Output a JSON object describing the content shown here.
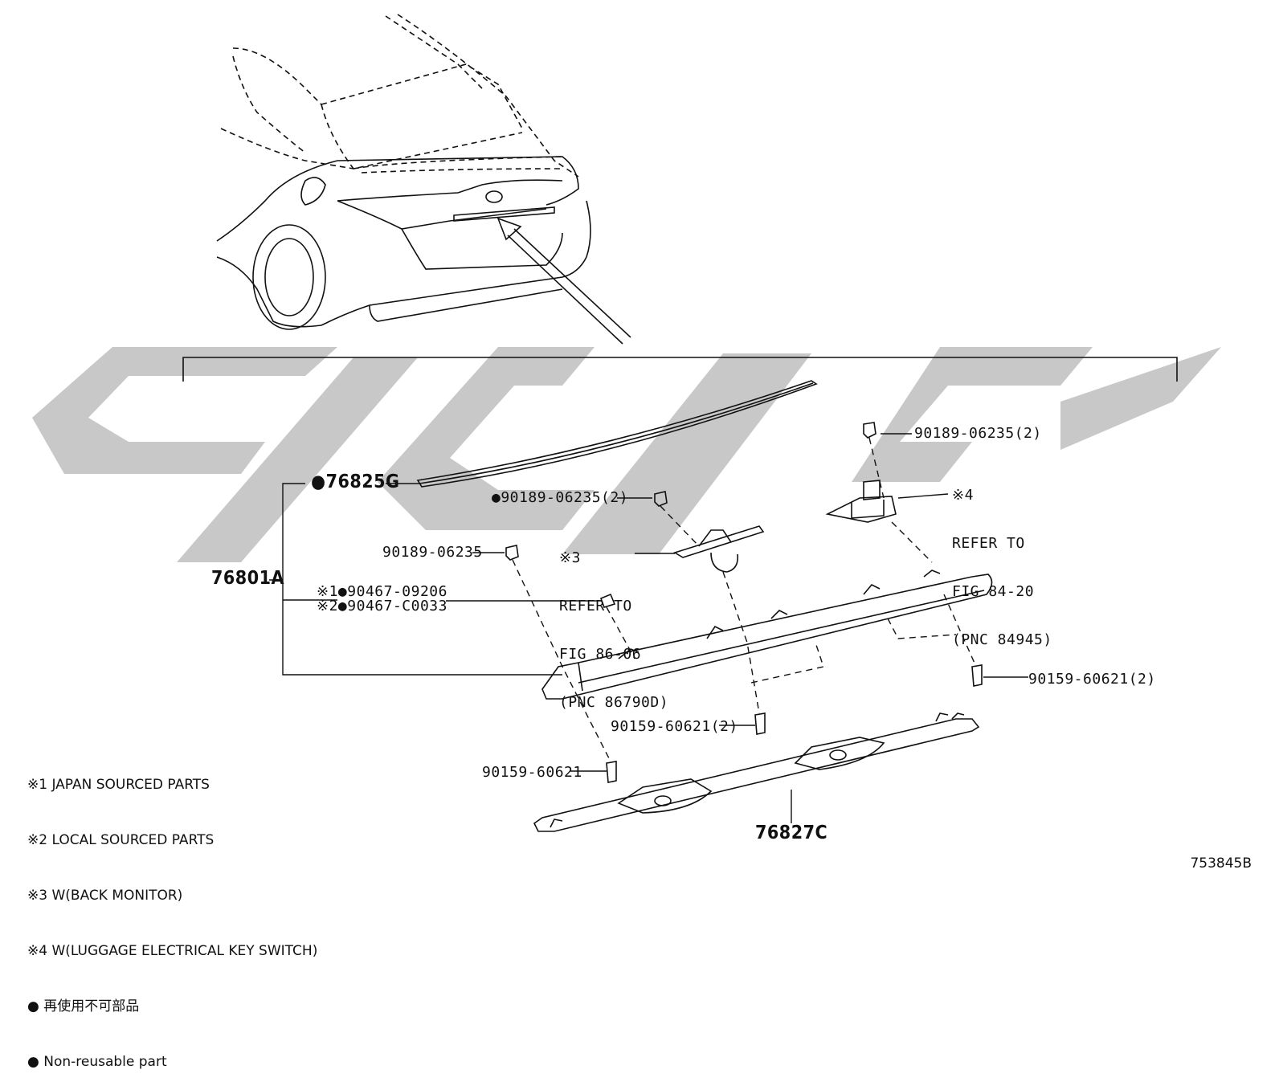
{
  "labels": {
    "p76825g": "76825G",
    "p76801a": "76801A",
    "p76827c": "76827C",
    "p90189_a": "90189-06235(2)",
    "p90189_b": "90189-06235(2)",
    "p90189_c": "90189-06235",
    "p90467_09206": "90467-09206",
    "p90467_c0033": "90467-C0033",
    "mark1": "※1",
    "mark2": "※2",
    "p90159_a": "90159-60621(2)",
    "p90159_b": "90159-60621(2)",
    "p90159_c": "90159-60621",
    "ref3_mark": "※3",
    "ref3_l1": "REFER TO",
    "ref3_l2": "FIG 86-06",
    "ref3_l3": "(PNC 86790D)",
    "ref4_mark": "※4",
    "ref4_l1": "REFER TO",
    "ref4_l2": "FIG 84-20",
    "ref4_l3": "(PNC 84945)"
  },
  "legend": [
    "※1 JAPAN SOURCED PARTS",
    "※2 LOCAL SOURCED PARTS",
    "※3 W(BACK MONITOR)",
    "※4 W(LUGGAGE ELECTRICAL KEY SWITCH)",
    "● 再使用不可部品",
    "● Non-reusable part"
  ],
  "figure_number": "753845B"
}
